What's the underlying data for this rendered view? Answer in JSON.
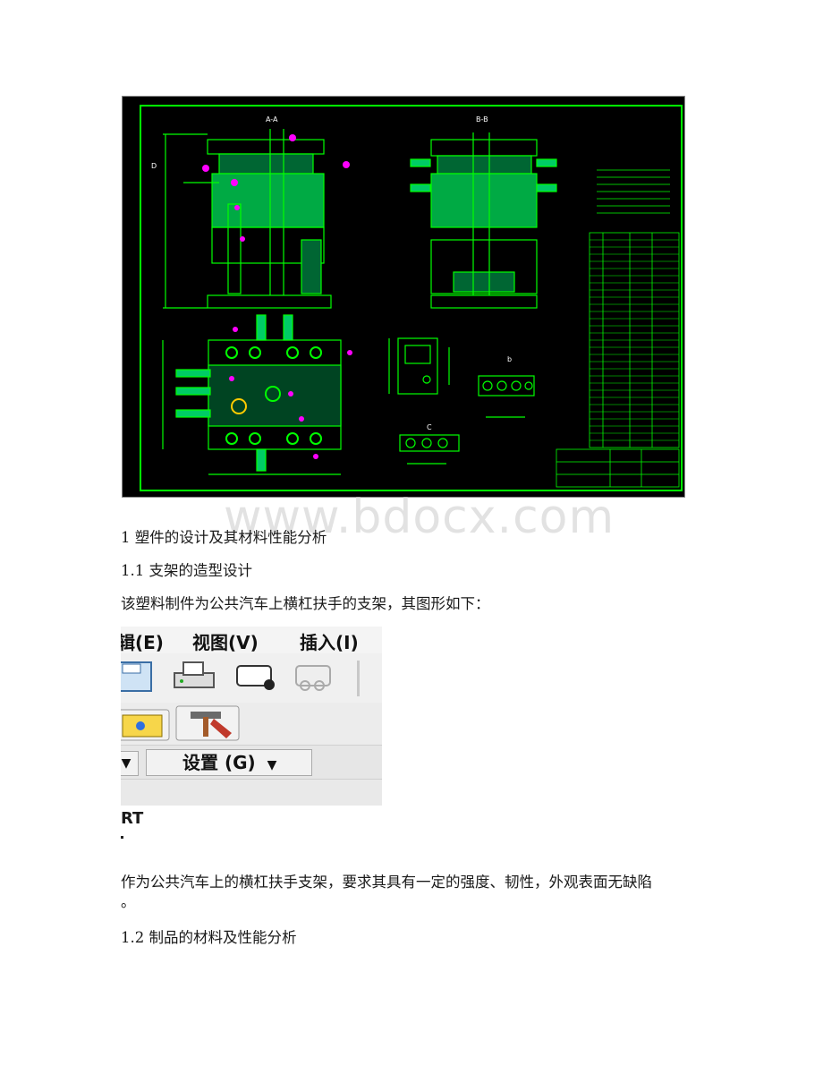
{
  "drawing": {
    "section_a": "A-A",
    "section_b": "B-B",
    "view_b": "b",
    "view_c": "C",
    "dim_label": "D",
    "colors": {
      "frame": "#00ff00",
      "background": "#000000",
      "annotation": "#ff00ff",
      "hatch": "#00cc00"
    }
  },
  "watermark": "www.bdocx.com",
  "headings": {
    "h1": "1 塑件的设计及其材料性能分析",
    "h11": "1.1 支架的造型设计",
    "h12": "1.2 制品的材料及性能分析"
  },
  "paragraphs": {
    "p1": "该塑料制件为公共汽车上横杠扶手的支架，其图形如下：",
    "p2_line1": "作为公共汽车上的横杠扶手支架，要求其具有一定的强度、韧性，外观表面无缺陷",
    "p2_line2": "。"
  },
  "screenshot": {
    "menu": {
      "edit_partial": "辑(E)",
      "view": "视图(V)",
      "insert": "插入(I)"
    },
    "settings_button": "设置 (G)",
    "dropdown_arrow": "▼",
    "partial_text": "RT"
  }
}
